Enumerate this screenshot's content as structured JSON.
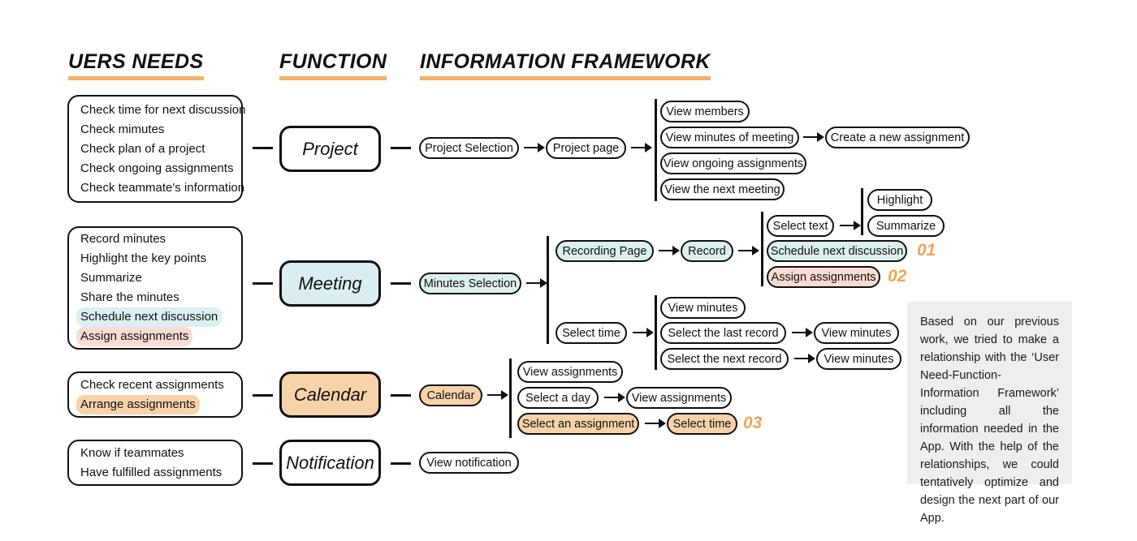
{
  "headers": [
    {
      "label": "UERS NEEDS"
    },
    {
      "label": "FUNCTION"
    },
    {
      "label": "INFORMATION FRAMEWORK"
    }
  ],
  "rows": {
    "project": {
      "needs": [
        {
          "text": "Check time for next discussion",
          "highlight": "none"
        },
        {
          "text": "Check mimutes",
          "highlight": "none"
        },
        {
          "text": "Check plan of a project",
          "highlight": "none"
        },
        {
          "text": "Check ongoing assignments",
          "highlight": "none"
        },
        {
          "text": "Check teammate's information",
          "highlight": "none"
        }
      ],
      "function": {
        "label": "Project",
        "fill": "none"
      },
      "steps": [
        {
          "label": "Project Selection",
          "fill": "none"
        },
        {
          "label": "Project page",
          "fill": "none"
        }
      ],
      "branches": [
        {
          "label": "View members",
          "fill": "none"
        },
        {
          "label": "View minutes of meeting",
          "fill": "none"
        },
        {
          "label": "View ongoing assignments",
          "fill": "none"
        },
        {
          "label": "View the next meeting",
          "fill": "none"
        }
      ],
      "followup": {
        "label": "Create a new assignment",
        "fill": "none"
      }
    },
    "meeting": {
      "needs": [
        {
          "text": "Record minutes",
          "highlight": "none"
        },
        {
          "text": "Highlight the key points",
          "highlight": "none"
        },
        {
          "text": "Summarize",
          "highlight": "none"
        },
        {
          "text": "Share the minutes",
          "highlight": "none"
        },
        {
          "text": "Schedule next discussion",
          "highlight": "blue"
        },
        {
          "text": "Assign assignments",
          "highlight": "pink"
        }
      ],
      "function": {
        "label": "Meeting",
        "fill": "blue"
      },
      "entry": {
        "label": "Minutes Selection",
        "fill": "blue"
      },
      "branch_a": {
        "steps": [
          {
            "label": "Recording Page",
            "fill": "blue"
          },
          {
            "label": "Record",
            "fill": "blue"
          }
        ],
        "results": [
          {
            "label": "Select text",
            "fill": "none",
            "number": ""
          },
          {
            "label": "Schedule next discussion",
            "fill": "blue",
            "number": "01"
          },
          {
            "label": "Assign assignments",
            "fill": "pink",
            "number": "02"
          }
        ],
        "select_text_children": [
          {
            "label": "Highlight",
            "fill": "none"
          },
          {
            "label": "Summarize",
            "fill": "none"
          }
        ]
      },
      "branch_b": {
        "entry": {
          "label": "Select time",
          "fill": "none"
        },
        "results": [
          {
            "label": "View minutes",
            "fill": "none",
            "next": ""
          },
          {
            "label": "Select the last record",
            "fill": "none",
            "next": "View minutes"
          },
          {
            "label": "Select the next record",
            "fill": "none",
            "next": "View minutes"
          }
        ]
      }
    },
    "calendar": {
      "needs": [
        {
          "text": "Check recent assignments",
          "highlight": "none"
        },
        {
          "text": "Arrange assignments",
          "highlight": "orange"
        }
      ],
      "function": {
        "label": "Calendar",
        "fill": "orange"
      },
      "entry": {
        "label": "Calendar",
        "fill": "orange"
      },
      "results": [
        {
          "label": "View assignments",
          "fill": "none",
          "next": "",
          "next_fill": "none",
          "number": ""
        },
        {
          "label": "Select a day",
          "fill": "none",
          "next": "View assignments",
          "next_fill": "none",
          "number": ""
        },
        {
          "label": "Select an assignment",
          "fill": "orange",
          "next": "Select time",
          "next_fill": "orange",
          "number": "03"
        }
      ]
    },
    "notification": {
      "needs": [
        {
          "text": "Know if teammates",
          "highlight": "none"
        },
        {
          "text": "Have fulfilled assignments",
          "highlight": "none"
        }
      ],
      "function": {
        "label": "Notification",
        "fill": "none"
      },
      "entry": {
        "label": "View notification",
        "fill": "none"
      }
    }
  },
  "note": {
    "text": "Based on our previous work, we tried to make a relationship with the ‘User Need-Function-Information Framework’ including all the information needed in the App. With the help of the relationships, we could tentatively optimize and design the next part of our App."
  },
  "colors": {
    "accent_orange": "#f5b169",
    "fill_blue": "#daedf0",
    "fill_pink": "#fadcd4",
    "fill_orange": "#f8d2a9",
    "note_bg": "#eeeeee",
    "ink": "#111111"
  }
}
